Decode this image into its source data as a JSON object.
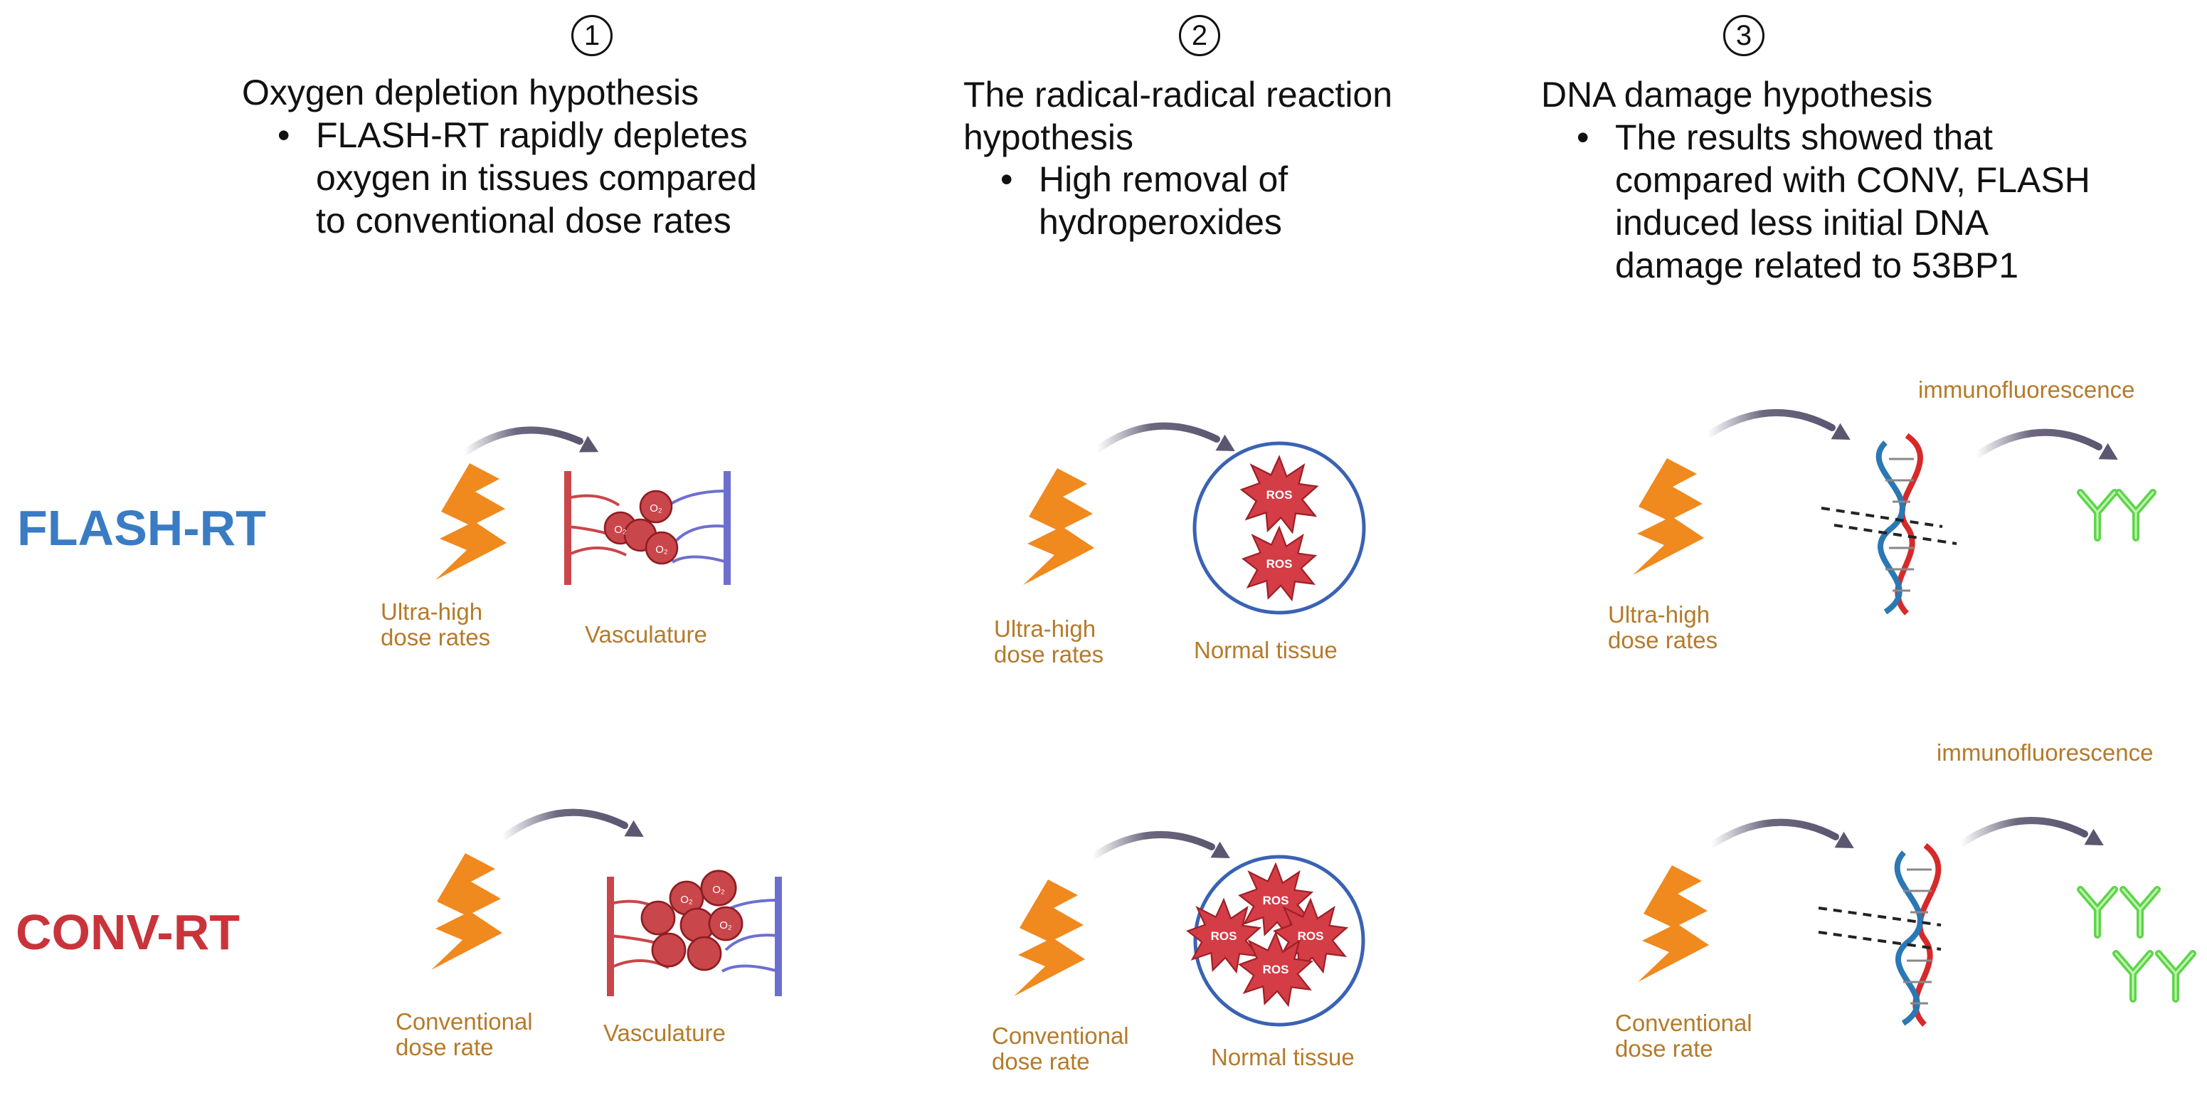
{
  "hypotheses": [
    {
      "number": "1",
      "title": "Oxygen depletion hypothesis",
      "bullet": [
        "FLASH-RT rapidly depletes",
        "oxygen in tissues compared",
        "to conventional dose rates"
      ]
    },
    {
      "number": "2",
      "title": [
        "The radical-radical reaction",
        "hypothesis"
      ],
      "bullet": [
        "High removal of",
        "hydroperoxides"
      ]
    },
    {
      "number": "3",
      "title": "DNA damage hypothesis",
      "bullet": [
        "The results showed that",
        "compared with CONV, FLASH",
        "induced less initial DNA",
        "damage related to 53BP1"
      ]
    }
  ],
  "rows": {
    "flash": {
      "label": "FLASH-RT",
      "color": "#3a7cc4"
    },
    "conv": {
      "label": "CONV-RT",
      "color": "#c9343a"
    }
  },
  "labels": {
    "uhdr": [
      "Ultra-high",
      "dose rates"
    ],
    "conv_rate": [
      "Conventional",
      "dose rate"
    ],
    "vasculature": "Vasculature",
    "normal_tissue": "Normal tissue",
    "immuno": "immunofluorescence",
    "ros": "ROS",
    "o2": "O₂"
  },
  "colors": {
    "label_text": "#b57a2a",
    "bolt": "#f0891e",
    "arrow": "#5c5670",
    "artery": "#c9464a",
    "vein": "#6d6fd0",
    "circle": "#3a62b4",
    "ros": "#d43c46",
    "dna_red": "#d62a2a",
    "dna_blue": "#2a78b4",
    "antibody": "#5ed44a"
  }
}
